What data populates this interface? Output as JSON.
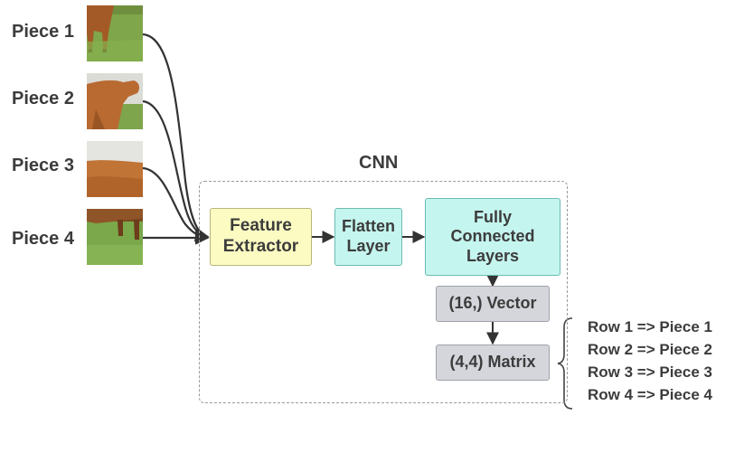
{
  "pieces": [
    {
      "label": "Piece 1"
    },
    {
      "label": "Piece 2"
    },
    {
      "label": "Piece 3"
    },
    {
      "label": "Piece 4"
    }
  ],
  "cnn": {
    "title": "CNN",
    "feature_extractor": "Feature\nExtractor",
    "flatten_layer": "Flatten\nLayer",
    "fully_connected": "Fully\nConnected\nLayers",
    "vector": "(16,) Vector",
    "matrix": "(4,4) Matrix"
  },
  "row_mapping": [
    "Row 1 => Piece 1",
    "Row 2 => Piece 2",
    "Row 3 => Piece 3",
    "Row 4 => Piece 4"
  ],
  "colors": {
    "feature_extractor_fill": "#fbfbc2",
    "layer_fill": "#c5f5ef",
    "output_fill": "#d4d6dc",
    "connector": "#333333"
  }
}
